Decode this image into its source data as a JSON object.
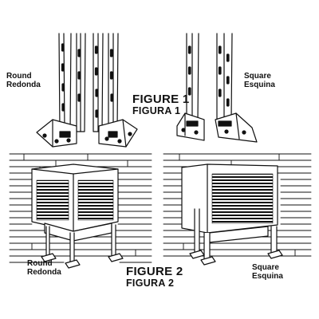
{
  "figure1": {
    "title": "FIGURE 1",
    "subtitle": "FIGURA 1",
    "left": {
      "label": "Round",
      "label_es": "Redonda"
    },
    "right": {
      "label": "Square",
      "label_es": "Esquina"
    }
  },
  "figure2": {
    "title": "FIGURE 2",
    "subtitle": "FIGURA 2",
    "left": {
      "label": "Round",
      "label_es": "Redonda"
    },
    "right": {
      "label": "Square",
      "label_es": "Esquina"
    }
  },
  "colors": {
    "ink": "#111111",
    "paper": "#ffffff"
  }
}
